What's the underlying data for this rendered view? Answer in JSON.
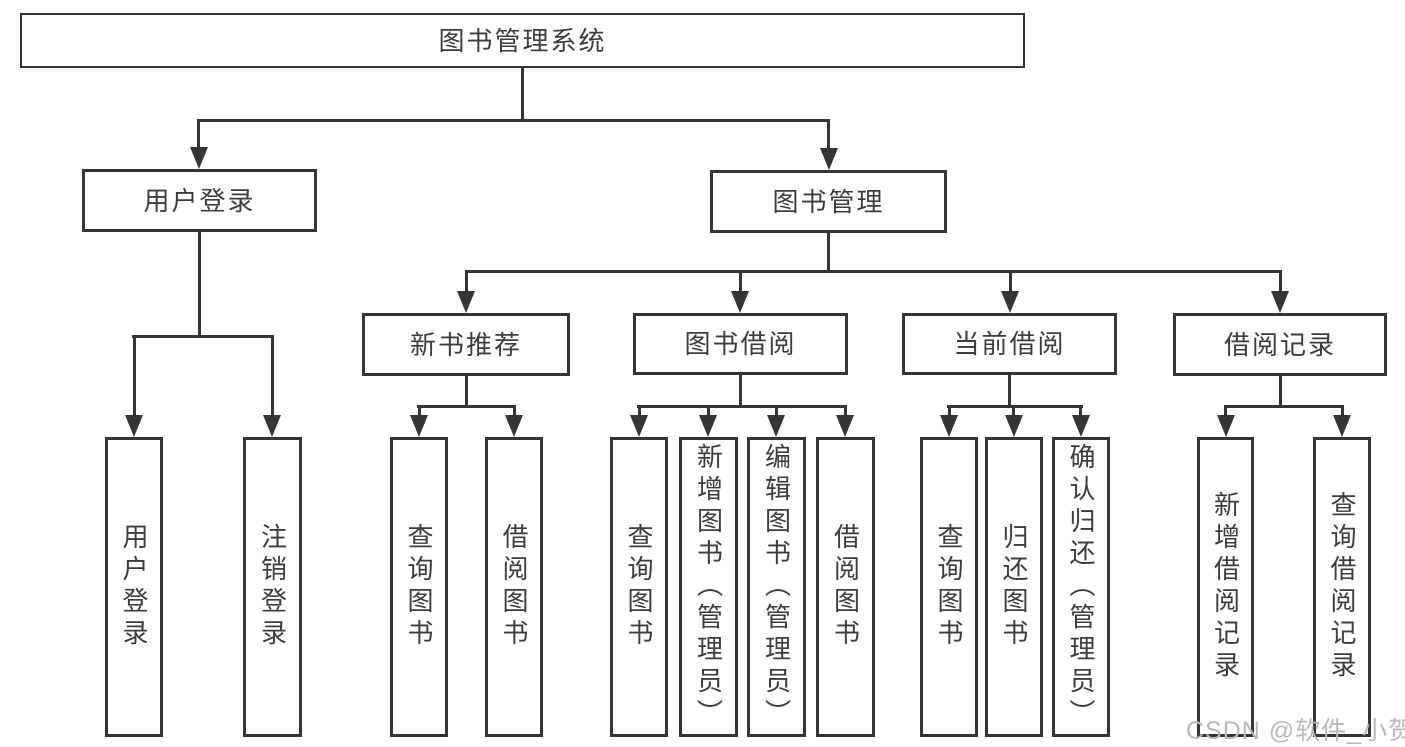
{
  "colors": {
    "line": "#353535",
    "border": "#353535",
    "text": "#3d3d3d",
    "watermark": "#b9b9b9",
    "background": "#ffffff"
  },
  "root": {
    "label": "图书管理系统"
  },
  "login": {
    "label": "用户登录",
    "children": [
      "用户登录",
      "注销登录"
    ]
  },
  "mgmt": {
    "label": "图书管理"
  },
  "groups": [
    {
      "label": "新书推荐",
      "children": [
        "查询图书",
        "借阅图书"
      ]
    },
    {
      "label": "图书借阅",
      "children": [
        "查询图书",
        "新增图书（管理员）",
        "编辑图书（管理员）",
        "借阅图书"
      ]
    },
    {
      "label": "当前借阅",
      "children": [
        "查询图书",
        "归还图书",
        "确认归还（管理员）"
      ]
    },
    {
      "label": "借阅记录",
      "children": [
        "新增借阅记录",
        "查询借阅记录"
      ]
    }
  ],
  "watermark": "CSDN @软件_小贺同学"
}
